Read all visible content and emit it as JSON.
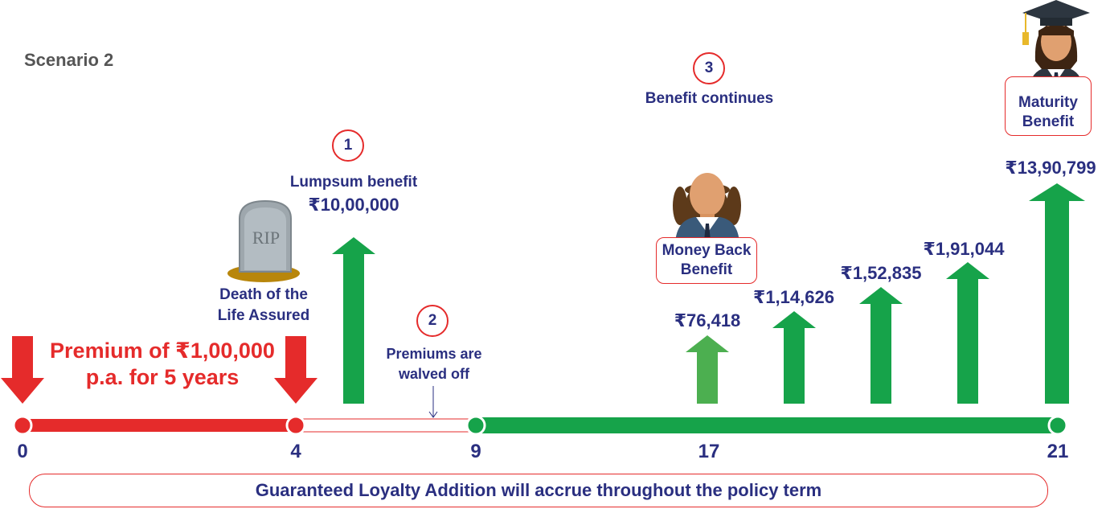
{
  "scenario_label": "Scenario 2",
  "premium": {
    "line1": "Premium of ₹1,00,000",
    "line2": "p.a. for 5 years"
  },
  "death": {
    "line1": "Death of the",
    "line2": "Life Assured",
    "tombstone_text": "RIP"
  },
  "step1": {
    "number": "1",
    "line1": "Lumpsum benefit",
    "line2": "₹10,00,000"
  },
  "step2": {
    "number": "2",
    "line1": "Premiums are",
    "line2": "walved off"
  },
  "step3": {
    "number": "3",
    "label": "Benefit continues"
  },
  "money_back": {
    "line1": "Money Back",
    "line2": "Benefit"
  },
  "maturity": {
    "line1": "Maturity",
    "line2": "Benefit",
    "amount": "₹13,90,799"
  },
  "payouts": [
    "₹76,418",
    "₹1,14,626",
    "₹1,52,835",
    "₹1,91,044"
  ],
  "timeline_ticks": [
    "0",
    "4",
    "9",
    "17",
    "21"
  ],
  "footer": "Guaranteed Loyalty Addition will accrue throughout the policy term",
  "colors": {
    "red": "#e52b2b",
    "green": "#16a34a",
    "navy": "#2a2f80",
    "grey": "#555555"
  }
}
